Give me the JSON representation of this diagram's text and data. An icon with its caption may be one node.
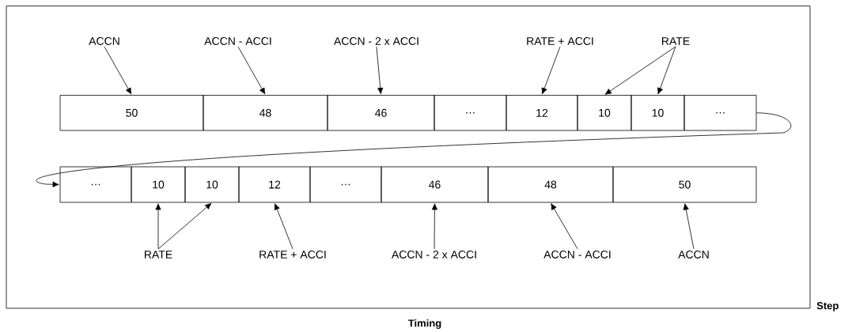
{
  "diagram": {
    "nodes": [
      {
        "text": [
          "50"
        ]
      },
      {
        "text": [
          "48"
        ]
      },
      {
        "text": [
          "46"
        ]
      },
      {
        "text": [
          "…"
        ]
      },
      {
        "text": [
          "12"
        ]
      },
      {
        "text": [
          "10"
        ]
      },
      {
        "text": [
          "10"
        ]
      },
      {
        "text": [
          "…"
        ]
      },
      {
        "text": [
          "…"
        ]
      },
      {
        "text": [
          "10"
        ]
      },
      {
        "text": [
          "10"
        ]
      },
      {
        "text": [
          "12"
        ]
      },
      {
        "text": [
          "…"
        ]
      },
      {
        "text": [
          "46"
        ]
      },
      {
        "text": [
          "48"
        ]
      },
      {
        "text": [
          "50"
        ]
      },
      {
        "text": [
          "ACCN"
        ]
      },
      {
        "text": [
          "ACCN - ACCI"
        ]
      },
      {
        "text": [
          "ACCN - 2 x ACCI"
        ]
      },
      {
        "text": [
          "RATE + ACCI"
        ]
      },
      {
        "text": [
          "RATE"
        ]
      },
      {
        "text": [
          "RATE"
        ]
      },
      {
        "text": [
          "RATE + ACCI"
        ]
      },
      {
        "text": [
          "ACCN - 2 x ACCI"
        ]
      },
      {
        "text": [
          "ACCN - ACCI"
        ]
      },
      {
        "text": [
          "ACCN"
        ]
      }
    ],
    "edges": [
      {
        "from": 16,
        "to": 0,
        "arrow": "to"
      },
      {
        "from": 17,
        "to": 1,
        "arrow": "to"
      },
      {
        "from": 18,
        "to": 2,
        "arrow": "to"
      },
      {
        "from": 19,
        "to": 4,
        "arrow": "to"
      },
      {
        "from": 20,
        "to": 5,
        "arrow": "to"
      },
      {
        "from": 20,
        "to": 6,
        "arrow": "to"
      },
      {
        "from": 7,
        "to": 8,
        "arrow": "to"
      },
      {
        "from": 21,
        "to": 9,
        "arrow": "to"
      },
      {
        "from": 21,
        "to": 10,
        "arrow": "to"
      },
      {
        "from": 22,
        "to": 11,
        "arrow": "to"
      },
      {
        "from": 23,
        "to": 13,
        "arrow": "to"
      },
      {
        "from": 24,
        "to": 14,
        "arrow": "to"
      },
      {
        "from": 25,
        "to": 15,
        "arrow": "to"
      }
    ],
    "labels": [
      "Step",
      "Timing"
    ]
  }
}
